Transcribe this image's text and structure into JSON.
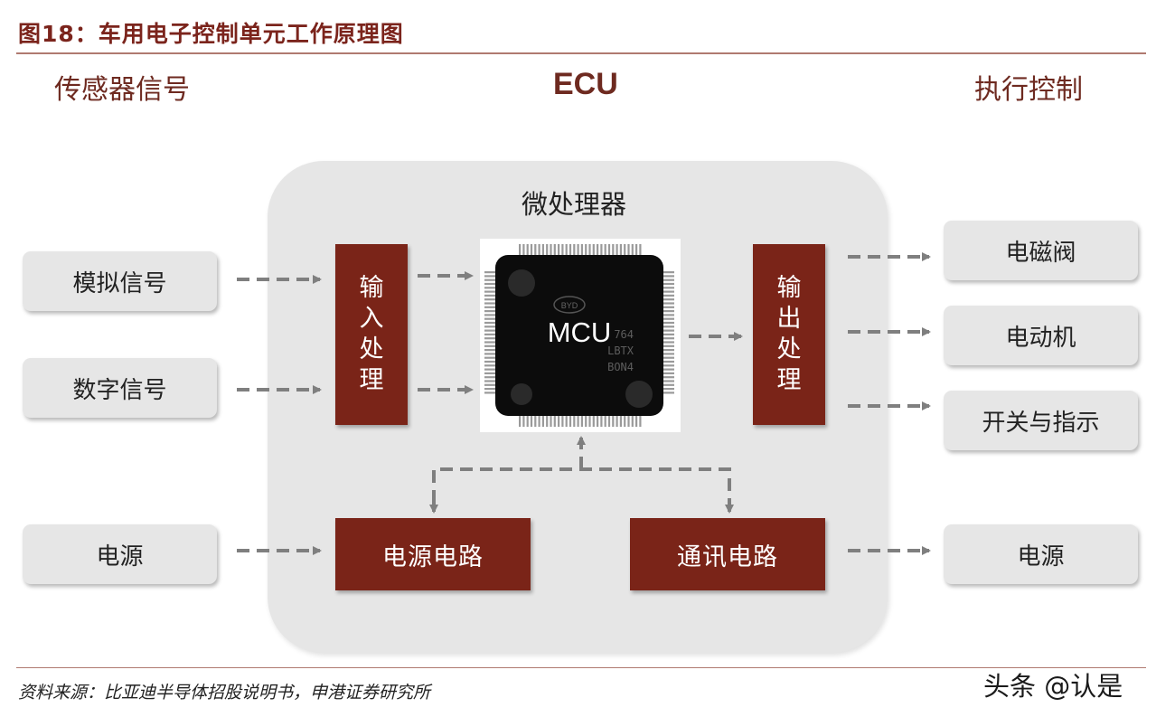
{
  "figure": {
    "title": "图18：车用电子控制单元工作原理图"
  },
  "columns": {
    "left": "传感器信号",
    "center": "ECU",
    "right": "执行控制"
  },
  "ecu": {
    "label": "微处理器"
  },
  "inputs": [
    "模拟信号",
    "数字信号",
    "电源"
  ],
  "blocks": {
    "input_processing": [
      "输",
      "入",
      "处",
      "理"
    ],
    "output_processing": [
      "输",
      "出",
      "处",
      "理"
    ],
    "power_circuit": "电源电路",
    "comm_circuit": "通讯电路"
  },
  "chip": {
    "label": "MCU",
    "logo": "BYD",
    "marking": [
      "764",
      "LBTX",
      "BON4"
    ]
  },
  "outputs": [
    "电磁阀",
    "电动机",
    "开关与指示",
    "电源"
  ],
  "footer": {
    "source": "资料来源：比亚迪半导体招股说明书，申港证券研究所"
  },
  "watermark": "头条 @认是",
  "colors": {
    "accent": "#7a2418",
    "panel": "#e6e6e6",
    "arrow": "#7f7f7f"
  }
}
